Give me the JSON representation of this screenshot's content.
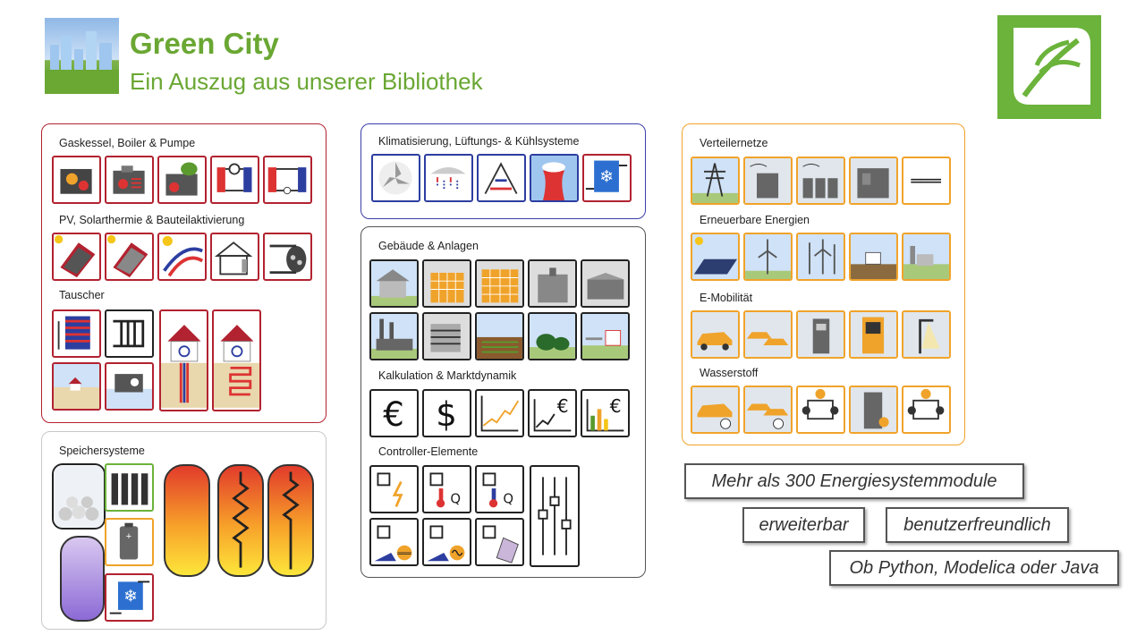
{
  "header": {
    "title": "Green City",
    "subtitle": "Ein Auszug aus unserer Bibliothek"
  },
  "sections": {
    "gas": "Gaskessel, Boiler & Pumpe",
    "pv": "PV, Solarthermie & Bauteilaktivierung",
    "tauscher": "Tauscher",
    "speicher": "Speichersysteme",
    "klima": "Klimatisierung, Lüftungs- & Kühlsysteme",
    "gebaeude": "Gebäude & Anlagen",
    "kalkulation": "Kalkulation & Marktdynamik",
    "controller": "Controller-Elemente",
    "netze": "Verteilernetze",
    "erneuerbar": "Erneuerbare Energien",
    "emob": "E-Mobilität",
    "wasserstoff": "Wasserstoff"
  },
  "symbols": {
    "euro": "€",
    "dollar": "$",
    "dc_line": "═══"
  },
  "tags": {
    "modules": "Mehr als 300 Energiesystemmodule",
    "extensible": "erweiterbar",
    "userfriendly": "benutzerfreundlich",
    "languages": "Ob Python, Modelica oder Java"
  },
  "colors": {
    "brand_green": "#6aa733",
    "red_border": "#b22230",
    "orange_border": "#f0a32a",
    "blue_border": "#3b3ea8"
  }
}
